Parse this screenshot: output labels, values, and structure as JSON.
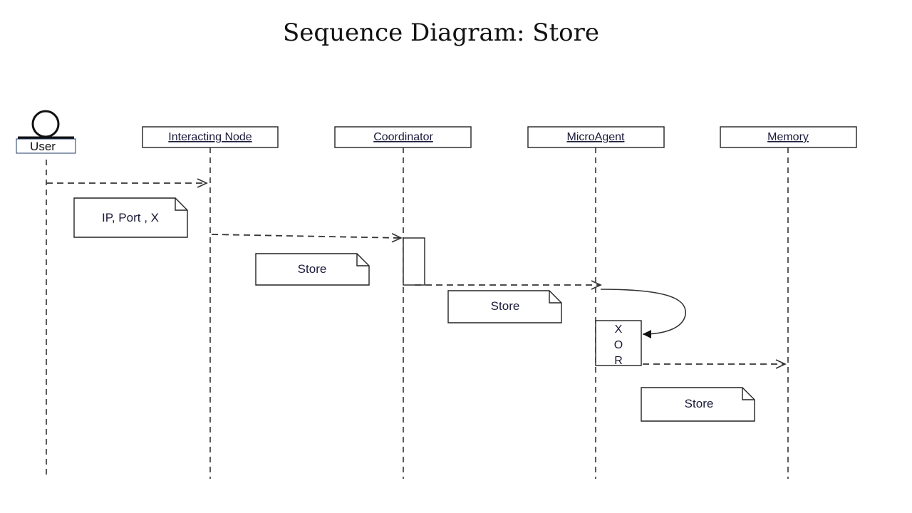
{
  "title": "Sequence Diagram: Store",
  "lifelines": [
    {
      "id": "user",
      "label": "User",
      "kind": "actor"
    },
    {
      "id": "interacting-node",
      "label": "Interacting Node",
      "kind": "object"
    },
    {
      "id": "coordinator",
      "label": "Coordinator",
      "kind": "object"
    },
    {
      "id": "microagent",
      "label": "MicroAgent",
      "kind": "object"
    },
    {
      "id": "memory",
      "label": "Memory",
      "kind": "object"
    }
  ],
  "notes": [
    {
      "id": "note-ip-port",
      "text": "IP, Port , X"
    },
    {
      "id": "note-store-1",
      "text": "Store"
    },
    {
      "id": "note-store-2",
      "text": "Store"
    },
    {
      "id": "note-store-3",
      "text": "Store"
    }
  ],
  "activations": [
    {
      "id": "activation-coordinator",
      "label": ""
    },
    {
      "id": "activation-xor",
      "label": [
        "X",
        "O",
        "R"
      ]
    }
  ],
  "messages": [
    {
      "from": "User",
      "to": "Interacting Node",
      "style": "dashed",
      "note": "IP, Port , X"
    },
    {
      "from": "Interacting Node",
      "to": "Coordinator",
      "style": "dashed",
      "note": "Store"
    },
    {
      "from": "Coordinator",
      "to": "MicroAgent",
      "style": "dashed",
      "note": "Store"
    },
    {
      "from": "MicroAgent",
      "to": "MicroAgent",
      "style": "solid-self",
      "note": "XOR"
    },
    {
      "from": "MicroAgent",
      "to": "Memory",
      "style": "dashed",
      "note": "Store"
    }
  ],
  "colors": {
    "line": "#333333",
    "box_stroke": "#222222",
    "label_text": "#1a1a3a",
    "actor_box_stroke": "#1f3864"
  }
}
